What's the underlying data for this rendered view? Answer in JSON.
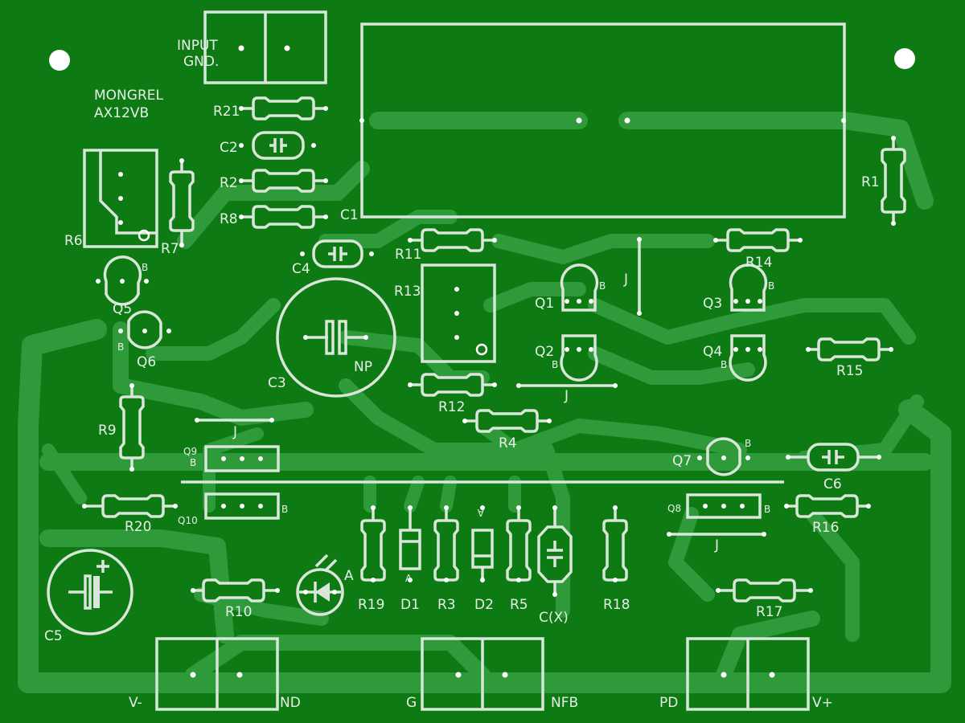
{
  "board": {
    "title_line1": "MONGREL",
    "title_line2": "AX12VB",
    "colors": {
      "board": "#0e7a14",
      "trace": "#2f9a3a",
      "silkscreen": "#d9e6d9",
      "pad": "#ffffff"
    }
  },
  "labels": {
    "input": "INPUT",
    "gnd_top": "GND.",
    "r21": "R21",
    "c2": "C2",
    "r2": "R2",
    "r8": "R8",
    "c1": "C1",
    "r1": "R1",
    "r6": "R6",
    "r7": "R7",
    "c4": "C4",
    "r11": "R11",
    "r13": "R13",
    "r14": "R14",
    "q1": "Q1",
    "q2": "Q2",
    "q3": "Q3",
    "q4": "Q4",
    "q5": "Q5",
    "q6": "Q6",
    "q7": "Q7",
    "q8": "Q8",
    "q9": "Q9",
    "q10": "Q10",
    "r15": "R15",
    "c3": "C3",
    "np": "NP",
    "r12": "R12",
    "r4": "R4",
    "r9": "R9",
    "r20": "R20",
    "c6": "C6",
    "r16": "R16",
    "r10": "R10",
    "r17": "R17",
    "r19": "R19",
    "d1": "D1",
    "r3": "R3",
    "d2": "D2",
    "r5": "R5",
    "cx": "C(X)",
    "r18": "R18",
    "c5": "C5",
    "jumper": "J",
    "base": "B",
    "anode": "A",
    "plus": "+",
    "v_minus": "V-",
    "gnd_bottom": "ND",
    "g": "G",
    "nfb": "NFB",
    "pd": "PD",
    "v_plus": "V+"
  }
}
